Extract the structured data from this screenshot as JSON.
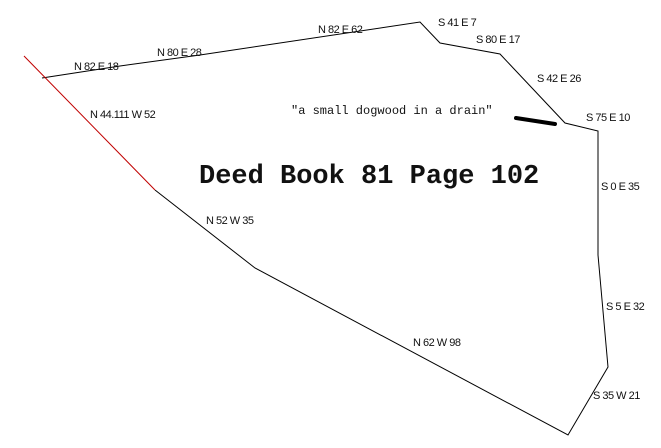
{
  "title": "Deed Book 81 Page 102",
  "annotation": "\"a small dogwood in a drain\"",
  "colors": {
    "boundary": "#000000",
    "adjoining_line": "#c00000"
  },
  "calls": [
    {
      "label": "N 82 E 18"
    },
    {
      "label": "N 80 E 28"
    },
    {
      "label": "N 82 E 62"
    },
    {
      "label": "S 41 E 7"
    },
    {
      "label": "S 80 E 17"
    },
    {
      "label": "S 42 E 26"
    },
    {
      "label": "S 75 E 10"
    },
    {
      "label": "S 0 E 35"
    },
    {
      "label": "S 5 E 32"
    },
    {
      "label": "S 35 W 21"
    },
    {
      "label": "N 62 W 98"
    },
    {
      "label": "N 52 W 35"
    },
    {
      "label": "N 44.111 W 52"
    }
  ]
}
